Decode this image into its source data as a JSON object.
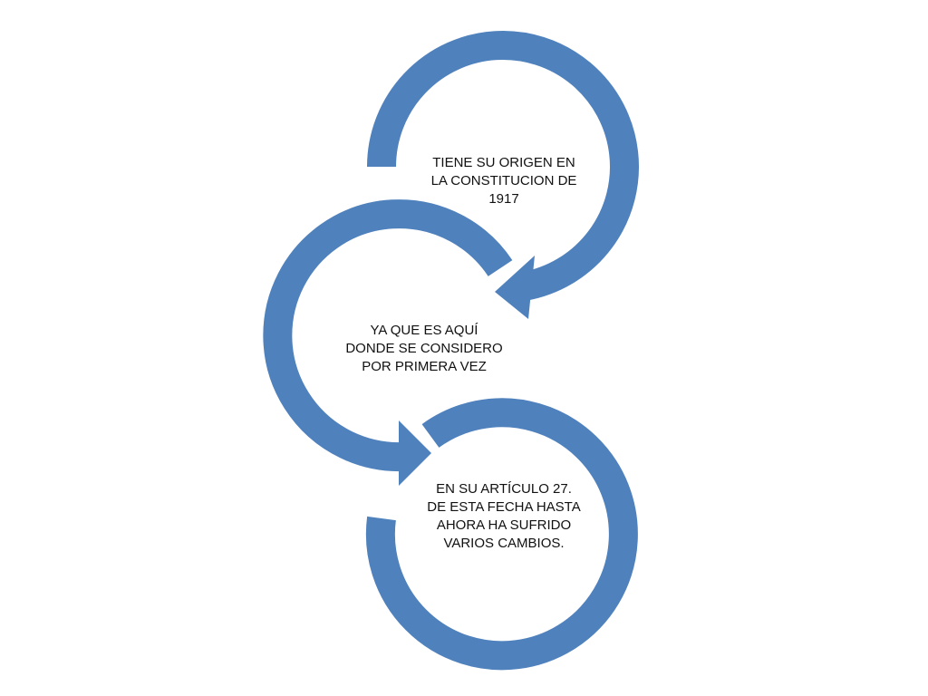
{
  "diagram": {
    "accent_color": "#4f81bd",
    "background_color": "#ffffff",
    "steps": [
      {
        "text": "TIENE SU ORIGEN EN\nLA CONSTITUCION DE\n1917"
      },
      {
        "text": "YA QUE ES AQUÍ\nDONDE SE CONSIDERO\nPOR PRIMERA VEZ"
      },
      {
        "text": "EN SU ARTÍCULO 27.\nDE ESTA FECHA HASTA\nAHORA HA SUFRIDO\nVARIOS CAMBIOS."
      }
    ]
  }
}
